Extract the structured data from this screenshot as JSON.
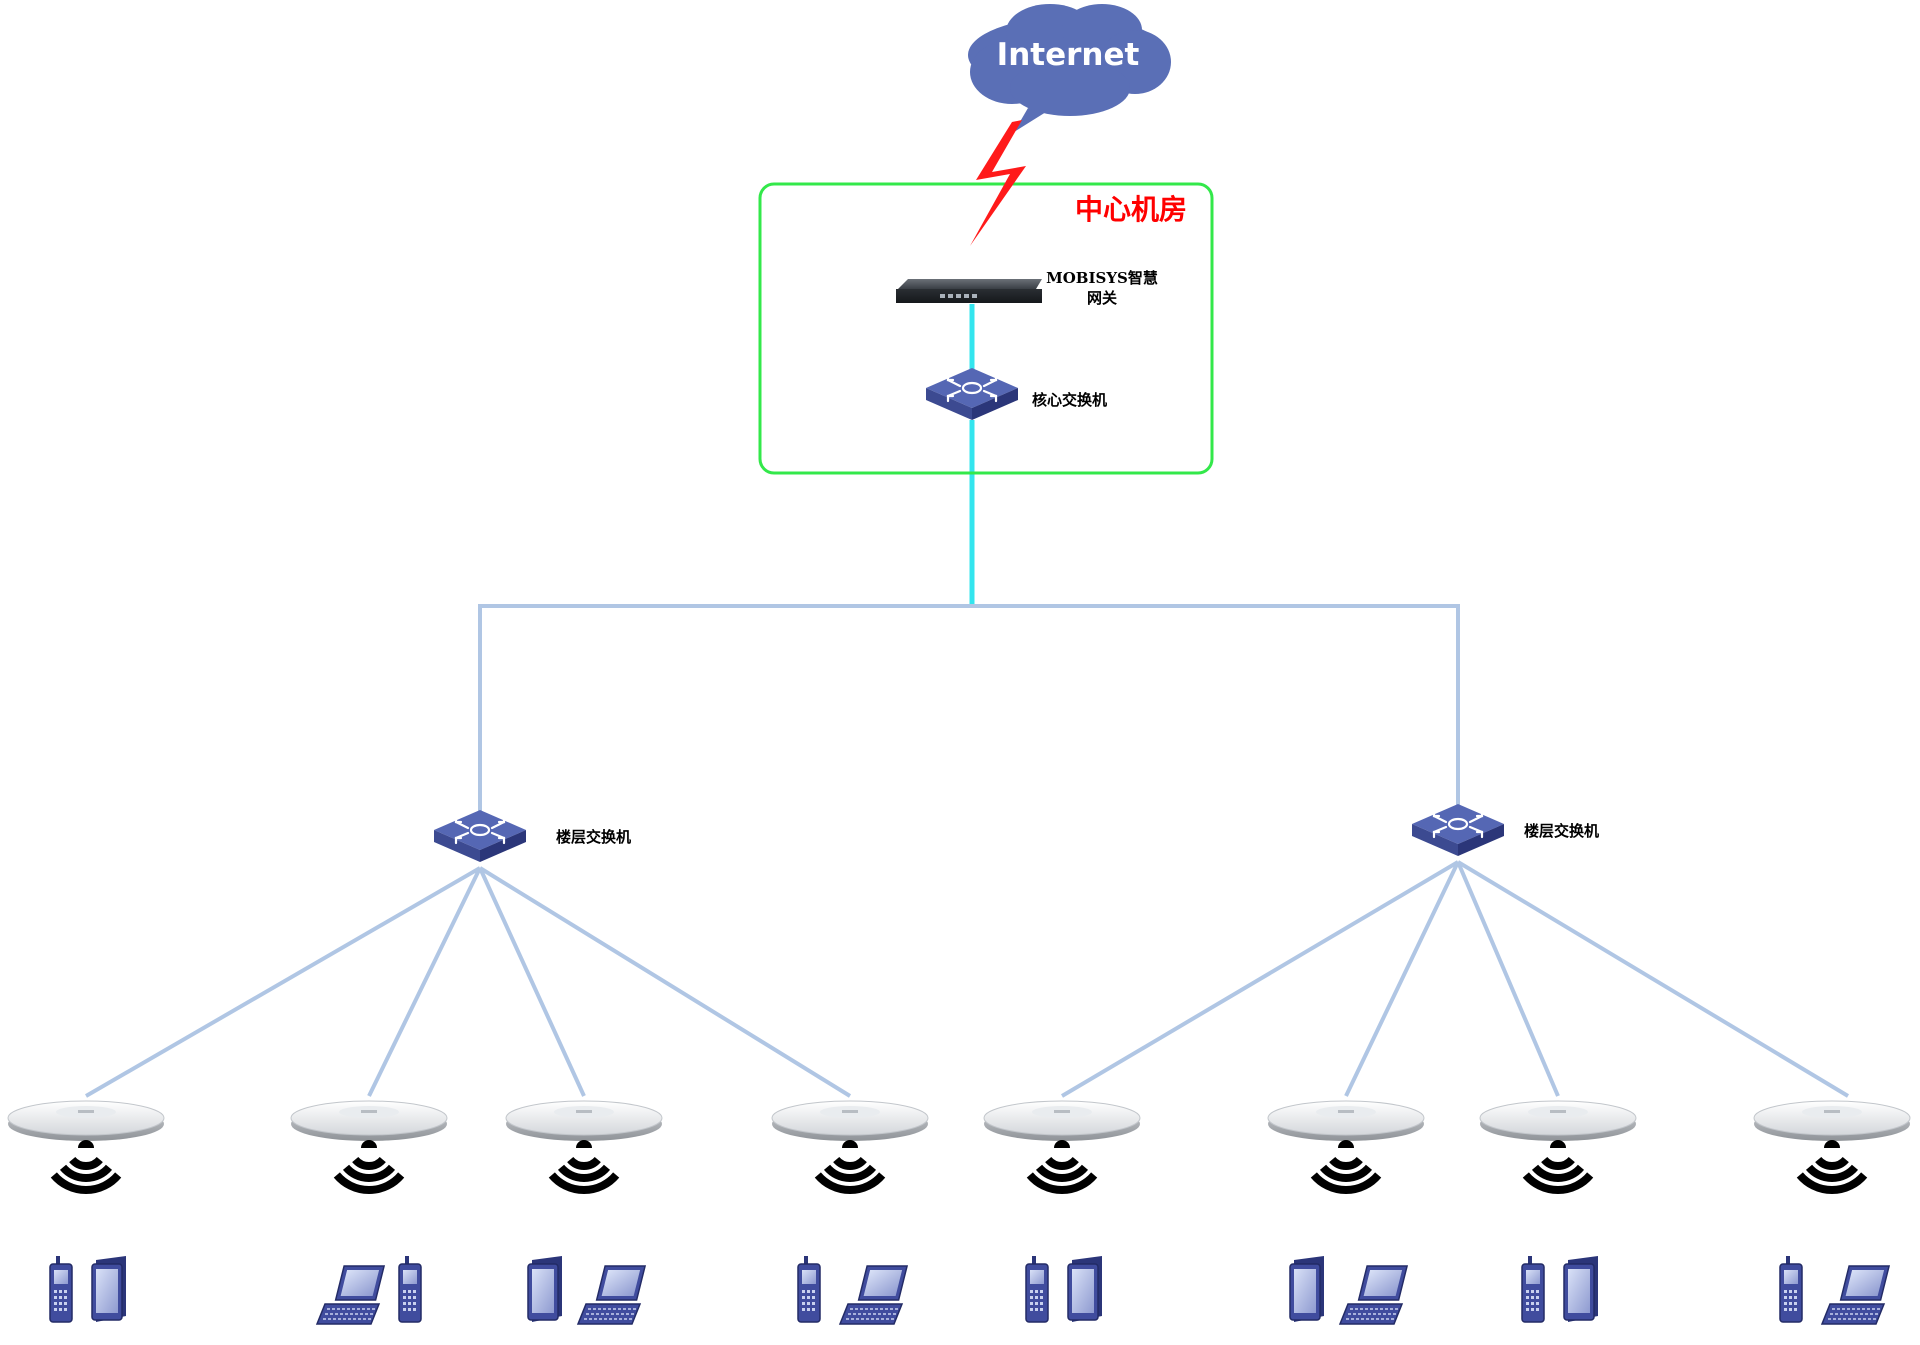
{
  "internet": {
    "label": "Internet"
  },
  "center_room": {
    "label": "中心机房"
  },
  "gateway": {
    "label_line1": "MOBISYS智慧",
    "label_line2": "网关"
  },
  "core_switch": {
    "label": "核心交换机"
  },
  "floor_switches": [
    {
      "label": "楼层交换机"
    },
    {
      "label": "楼层交换机"
    }
  ],
  "access_points": [
    {
      "clients": [
        "phone",
        "tablet"
      ]
    },
    {
      "clients": [
        "laptop",
        "phone"
      ]
    },
    {
      "clients": [
        "tablet",
        "laptop"
      ]
    },
    {
      "clients": [
        "phone",
        "laptop"
      ]
    },
    {
      "clients": [
        "phone",
        "tablet"
      ]
    },
    {
      "clients": [
        "tablet",
        "laptop"
      ]
    },
    {
      "clients": [
        "phone",
        "tablet"
      ]
    },
    {
      "clients": [
        "phone",
        "laptop"
      ]
    }
  ],
  "colors": {
    "uplink": "#33e5ee",
    "distribution": "#b0c6e4",
    "room_border": "#33e84a",
    "lightning": "#ff1a1a",
    "cloud": "#5a6fb6",
    "device_blue": "#404c9e",
    "switch_top": "#5567b4"
  },
  "icons": {
    "cloud": "cloud-icon",
    "lightning": "lightning-bolt-icon",
    "gateway": "gateway-icon",
    "switch": "switch-icon",
    "access_point": "access-point-icon",
    "wifi": "wifi-signal-icon",
    "phone": "phone-icon",
    "tablet": "tablet-icon",
    "laptop": "laptop-icon"
  }
}
